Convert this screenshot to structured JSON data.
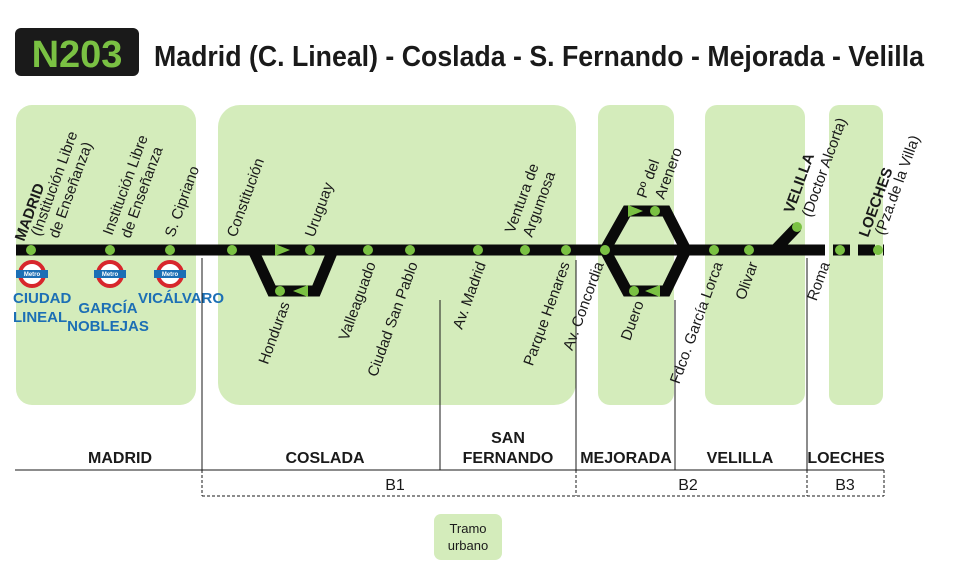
{
  "header": {
    "line_code": "N203",
    "route_title": "Madrid (C. Lineal) - Coslada - S. Fernando - Mejorada - Velilla"
  },
  "colors": {
    "urban_zone": "#d4ecbb",
    "route_line": "#0a0a0a",
    "stop_dot": "#7ac143",
    "metro_blue": "#1c6fb5",
    "metro_red": "#d7262c",
    "badge_bg": "#1a1a1a"
  },
  "stops": {
    "madrid_terminus_name": "MADRID",
    "madrid_terminus_sub": "(Institución Libre",
    "madrid_terminus_sub2": "de Enseñanza)",
    "ile_1": "Institución Libre",
    "ile_2": "de Enseñanza",
    "s_cipriano": "S. Cipriano",
    "constitucion": "Constitución",
    "uruguay": "Uruguay",
    "honduras": "Honduras",
    "valleaguado": "Valleaguado",
    "ciudad_san_pablo": "Ciudad San Pablo",
    "av_madrid": "Av. Madrid",
    "ventura_1": "Ventura de",
    "ventura_2": "Argumosa",
    "parque_henares": "Parque Henares",
    "av_concordia": "Av. Concordia",
    "po_arenero_1": "Pº del",
    "po_arenero_2": "Arenero",
    "duero": "Duero",
    "fdco_garcia_lorca": "Fdco. García Lorca",
    "olivar": "Olivar",
    "velilla_name": "VELILLA",
    "velilla_sub": "(Doctor Alcorta)",
    "roma": "Roma",
    "loeches_name": "LOECHES",
    "loeches_sub": "(Pza.de la Villa)"
  },
  "metro": {
    "badge_label": "Metro",
    "ciudad_lineal_1": "CIUDAD",
    "ciudad_lineal_2": "LINEAL",
    "garcia_noblejas_1": "GARCÍA",
    "garcia_noblejas_2": "NOBLEJAS",
    "vicalvaro": "VICÁLVARO"
  },
  "municipalities": {
    "madrid": "MADRID",
    "coslada": "COSLADA",
    "san_fernando_1": "SAN",
    "san_fernando_2": "FERNANDO",
    "mejorada": "MEJORADA",
    "velilla": "VELILLA",
    "loeches": "LOECHES"
  },
  "fare_zones": {
    "b1": "B1",
    "b2": "B2",
    "b3": "B3"
  },
  "legend": {
    "urban_1": "Tramo",
    "urban_2": "urbano"
  }
}
